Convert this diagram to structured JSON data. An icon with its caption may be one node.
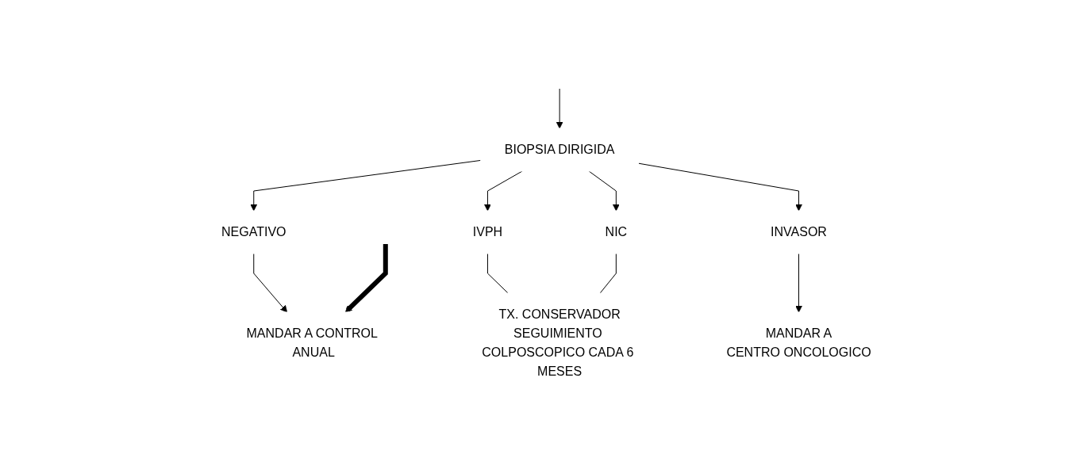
{
  "diagram": {
    "nodes": [
      {
        "text": [
          "BIOPSIA DIRIGIDA"
        ]
      },
      {
        "text": [
          "NEGATIVO"
        ]
      },
      {
        "text": [
          "IVPH"
        ]
      },
      {
        "text": [
          "NIC"
        ]
      },
      {
        "text": [
          "INVASOR"
        ]
      },
      {
        "text": [
          "MANDAR A CONTROL ANUAL"
        ]
      },
      {
        "text": [
          "TX. CONSERVADOR",
          "SEGUIMIENTO COLPOSCOPICO CADA 6 MESES"
        ]
      },
      {
        "text": [
          "MANDAR A",
          "CENTRO ONCOLOGICO"
        ]
      }
    ],
    "edges": [
      {
        "from": null,
        "to": 0,
        "arrow": "to"
      },
      {
        "from": 0,
        "to": 1,
        "arrow": "to"
      },
      {
        "from": 0,
        "to": 2,
        "arrow": "to"
      },
      {
        "from": 0,
        "to": 3,
        "arrow": "to"
      },
      {
        "from": 0,
        "to": 4,
        "arrow": "to"
      },
      {
        "from": 1,
        "to": 5,
        "arrow": "to"
      },
      {
        "from": 2,
        "to": 6,
        "arrow": "none"
      },
      {
        "from": 3,
        "to": 6,
        "arrow": "none"
      },
      {
        "from": 4,
        "to": 7,
        "arrow": "to"
      },
      {
        "from": null,
        "to": 5,
        "arrow": "to",
        "style": "thick"
      }
    ]
  }
}
